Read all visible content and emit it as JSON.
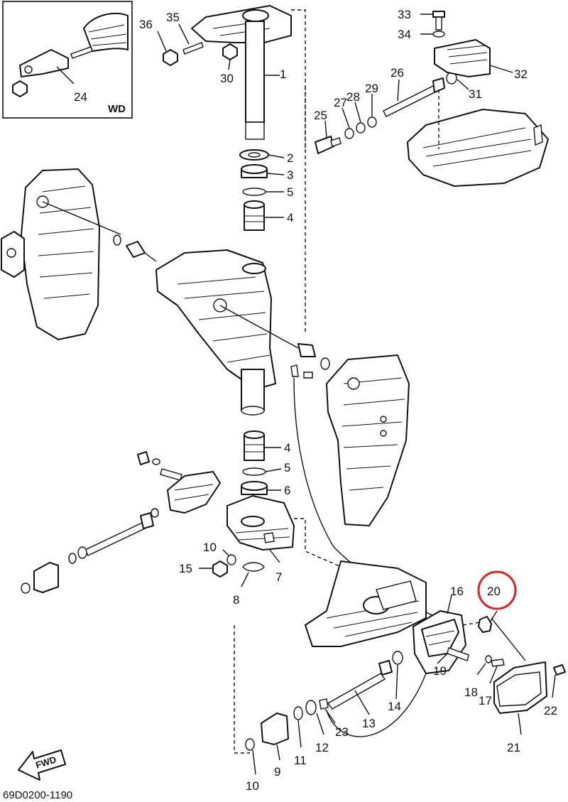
{
  "diagram": {
    "drawing_code": "69D0200-1190",
    "inset_variant": "WD",
    "direction_label": "FWD",
    "highlight_color": "#e0201c",
    "highlighted_part": "20",
    "callouts": [
      {
        "id": "c1",
        "text": "1"
      },
      {
        "id": "c2",
        "text": "2"
      },
      {
        "id": "c3",
        "text": "3"
      },
      {
        "id": "c4a",
        "text": "4"
      },
      {
        "id": "c4b",
        "text": "4"
      },
      {
        "id": "c5a",
        "text": "5"
      },
      {
        "id": "c5b",
        "text": "5"
      },
      {
        "id": "c6",
        "text": "6"
      },
      {
        "id": "c7",
        "text": "7"
      },
      {
        "id": "c8",
        "text": "8"
      },
      {
        "id": "c9",
        "text": "9"
      },
      {
        "id": "c10a",
        "text": "10"
      },
      {
        "id": "c10b",
        "text": "10"
      },
      {
        "id": "c11",
        "text": "11"
      },
      {
        "id": "c12",
        "text": "12"
      },
      {
        "id": "c13",
        "text": "13"
      },
      {
        "id": "c14",
        "text": "14"
      },
      {
        "id": "c15",
        "text": "15"
      },
      {
        "id": "c16",
        "text": "16"
      },
      {
        "id": "c17",
        "text": "17"
      },
      {
        "id": "c18",
        "text": "18"
      },
      {
        "id": "c19",
        "text": "19"
      },
      {
        "id": "c20",
        "text": "20"
      },
      {
        "id": "c21",
        "text": "21"
      },
      {
        "id": "c22",
        "text": "22"
      },
      {
        "id": "c23",
        "text": "23"
      },
      {
        "id": "c24",
        "text": "24"
      },
      {
        "id": "c25",
        "text": "25"
      },
      {
        "id": "c26",
        "text": "26"
      },
      {
        "id": "c27",
        "text": "27"
      },
      {
        "id": "c28",
        "text": "28"
      },
      {
        "id": "c29",
        "text": "29"
      },
      {
        "id": "c30",
        "text": "30"
      },
      {
        "id": "c31",
        "text": "31"
      },
      {
        "id": "c32",
        "text": "32"
      },
      {
        "id": "c33",
        "text": "33"
      },
      {
        "id": "c34",
        "text": "34"
      },
      {
        "id": "c35",
        "text": "35"
      },
      {
        "id": "c36",
        "text": "36"
      }
    ]
  }
}
